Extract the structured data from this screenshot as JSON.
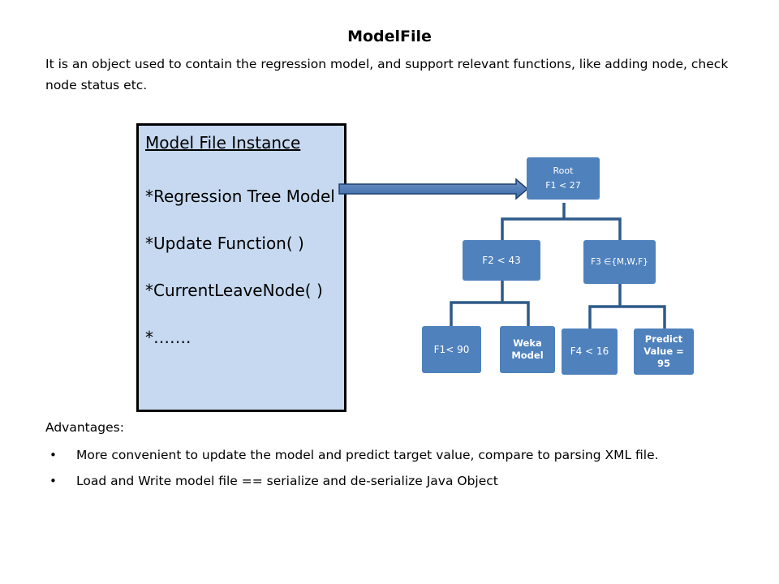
{
  "slide": {
    "title": "ModelFile",
    "intro": "It is an object used to contain the regression model, and support relevant functions, like adding node, check node status etc."
  },
  "instance_box": {
    "title": "Model File Instance",
    "items": [
      "*Regression Tree Model",
      "*Update Function( )",
      "*CurrentLeaveNode( )",
      "*……."
    ]
  },
  "tree": {
    "root": {
      "line1": "Root",
      "line2": "F1 < 27"
    },
    "left": "F2 < 43",
    "right": "F3 ∈{M,W,F}",
    "left_left": "F1< 90",
    "left_right": "Weka Model",
    "right_left": "F4 < 16",
    "right_right": "Predict Value = 95"
  },
  "advantages": {
    "label": "Advantages:",
    "bullets": [
      "More convenient to update the model and predict target value, compare to parsing XML file.",
      "Load and Write model file == serialize and de-serialize  Java Object"
    ]
  },
  "colors": {
    "node_fill": "#4f81bd",
    "box_fill": "#c6d9f0",
    "arrow": "#4f81bd",
    "connector": "#2e5a8a"
  }
}
